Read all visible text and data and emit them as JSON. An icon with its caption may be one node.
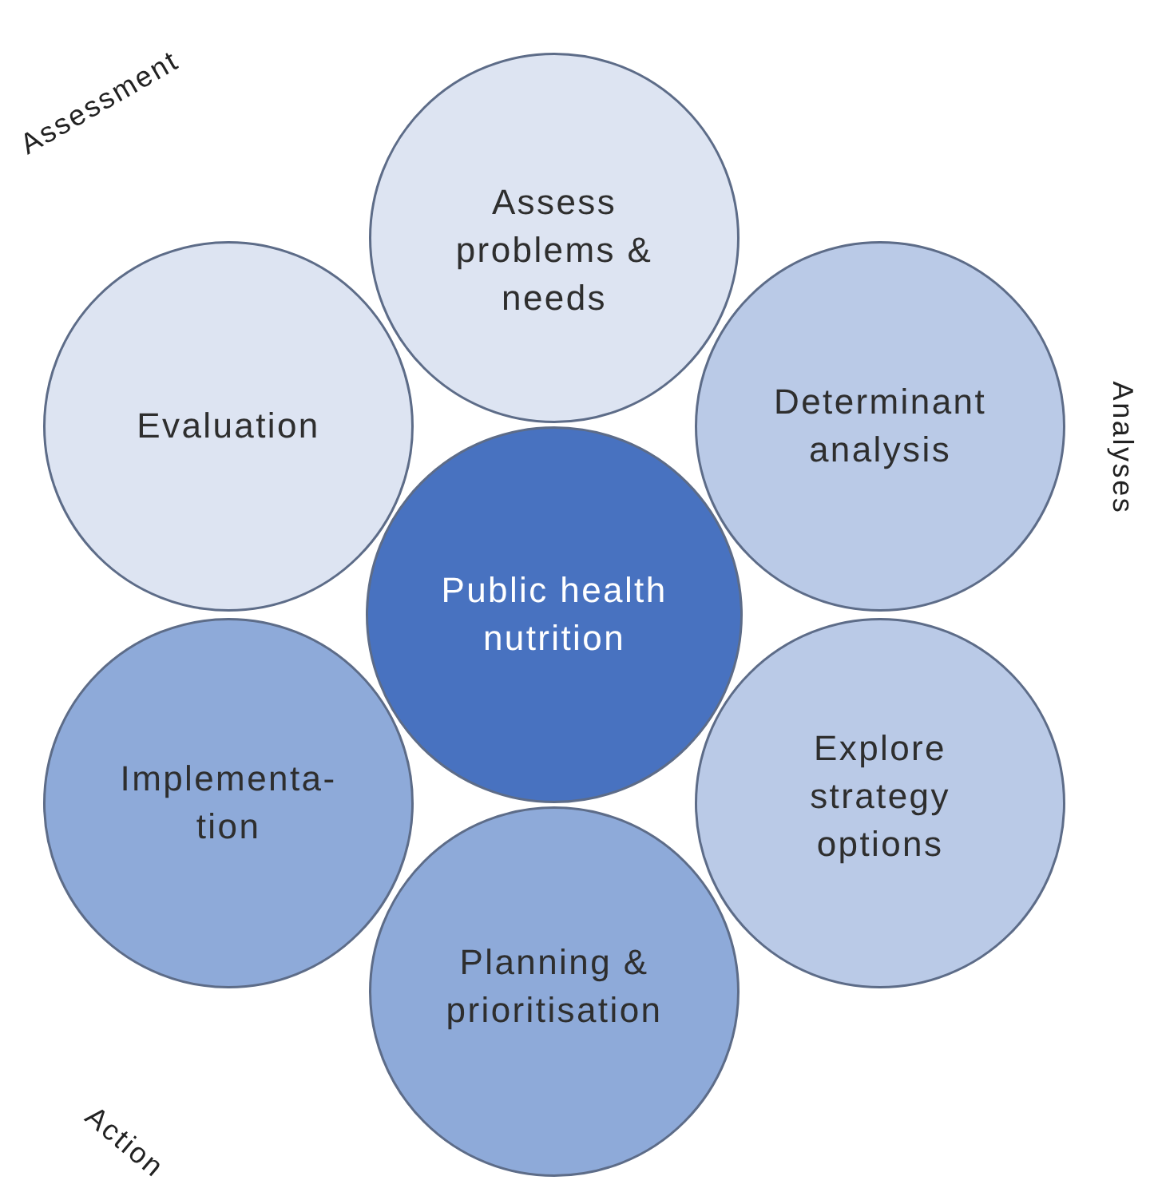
{
  "diagram": {
    "nodes": [
      {
        "text": [
          "Public health nutrition"
        ]
      },
      {
        "text": [
          "Assess problems & needs"
        ]
      },
      {
        "text": [
          "Determinant analysis"
        ]
      },
      {
        "text": [
          "Explore strategy options"
        ]
      },
      {
        "text": [
          "Planning & prioritisation"
        ]
      },
      {
        "text": [
          "Implementa- tion"
        ]
      },
      {
        "text": [
          "Evaluation"
        ]
      }
    ],
    "labels": [
      "Assessment",
      "Analyses",
      "Action"
    ]
  }
}
